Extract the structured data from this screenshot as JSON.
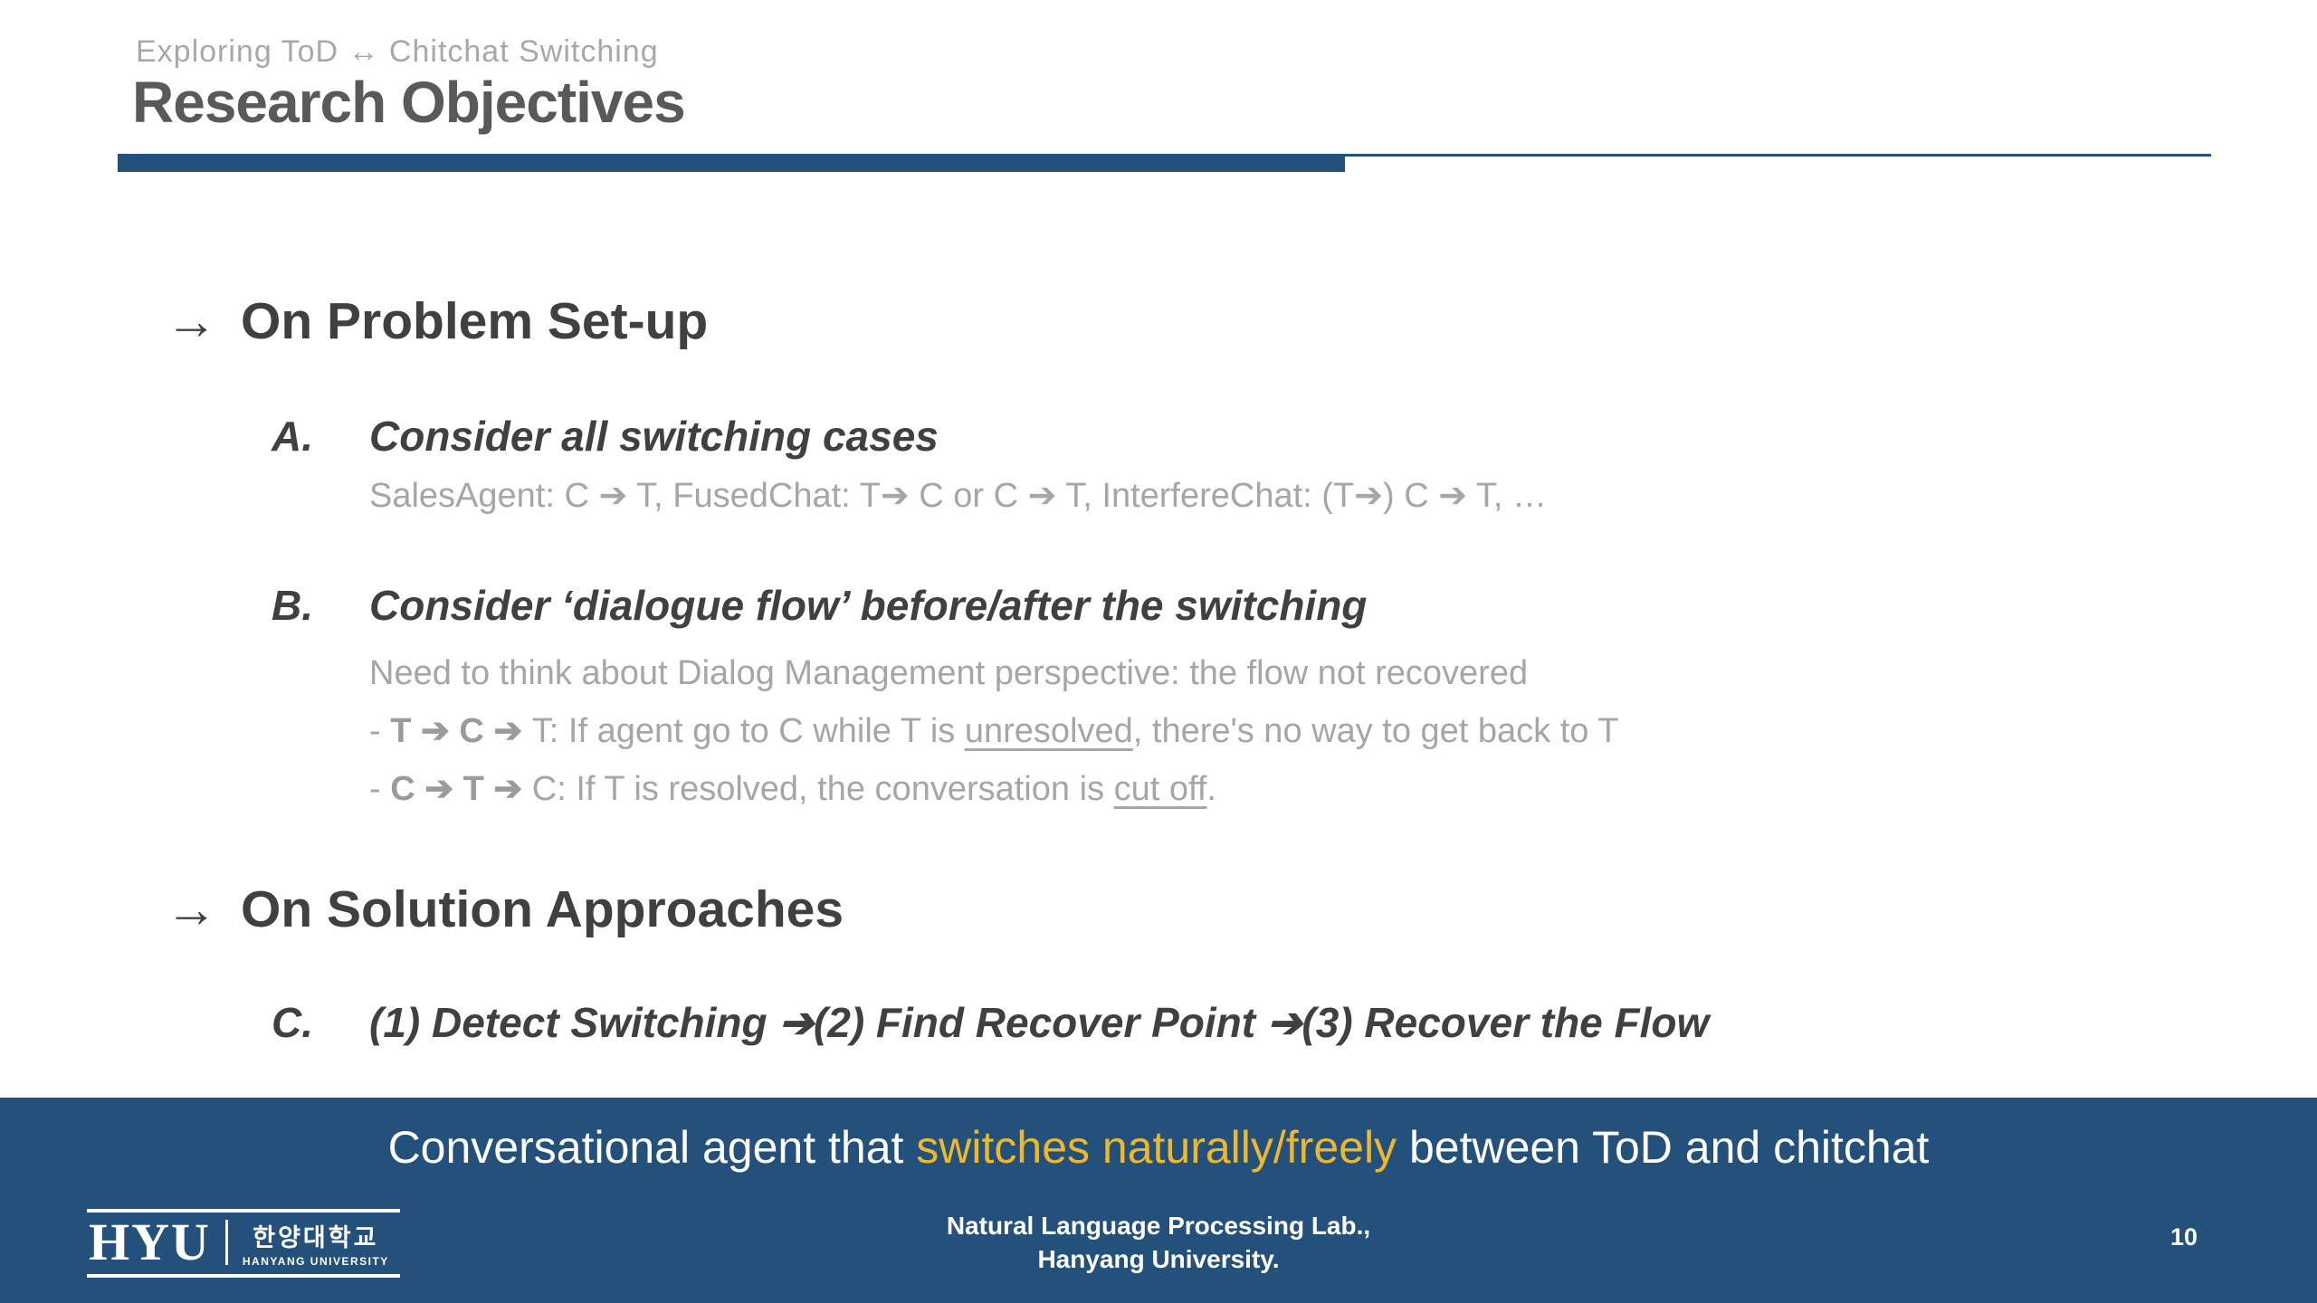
{
  "header": {
    "eyebrow": "Exploring ToD ↔ Chitchat Switching",
    "title": "Research Objectives"
  },
  "accent_color": "#24517B",
  "sections": [
    {
      "arrow": "→",
      "heading": "On Problem Set-up",
      "items": [
        {
          "label": "A.",
          "heading": "Consider all switching cases",
          "detail": "SalesAgent: C ➔ T, FusedChat: T➔ C or C ➔ T, InterfereChat: (T➔) C ➔ T, …"
        },
        {
          "label": "B.",
          "heading": "Consider ‘dialogue flow’ before/after the switching",
          "detail": "Need to think about Dialog Management perspective: the flow not recovered",
          "case1": {
            "dash": "- ",
            "path": "T ➔ C ➔ ",
            "text_before": "T: If agent go to C while T is ",
            "underlined": "unresolved",
            "text_after": ", there's no way to get back to T"
          },
          "case2": {
            "dash": "- ",
            "path": "C ➔ T ➔ ",
            "text_before": "C: If T is resolved, the conversation is ",
            "underlined": "cut off",
            "text_after": "."
          }
        }
      ]
    },
    {
      "arrow": "→",
      "heading": "On Solution Approaches",
      "items": [
        {
          "label": "C.",
          "heading": "(1) Detect Switching ➔(2) Find Recover Point ➔(3) Recover the Flow"
        }
      ]
    }
  ],
  "banner": {
    "text_before": "Conversational agent that ",
    "highlight": "switches naturally/freely",
    "text_after": " between ToD and chitchat",
    "background_color": "#24517B",
    "highlight_color": "#EDB72E"
  },
  "footer": {
    "logo": {
      "acronym": "HYU",
      "korean_name": "한양대학교",
      "english_name": "HANYANG UNIVERSITY"
    },
    "affiliation_line1": "Natural Language Processing Lab.,",
    "affiliation_line2": "Hanyang University.",
    "page_number": "10"
  }
}
